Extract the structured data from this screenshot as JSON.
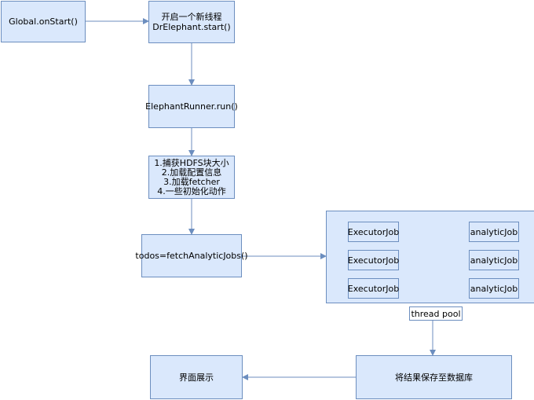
{
  "nodes": {
    "global_on_start": "Global.onStart()",
    "new_thread_line1": "开启一个新线程",
    "new_thread_line2": "DrElephant.start()",
    "elephant_runner": "ElephantRunner.run()",
    "init_step1": "1.捕获HDFS块大小",
    "init_step2": "2.加载配置信息",
    "init_step3": "3.加载fetcher",
    "init_step4": "4.一些初始化动作",
    "fetch_jobs": "todos=fetchAnalyticJobs()",
    "save_results": "将结果保存至数据库",
    "ui_display": "界面展示"
  },
  "thread_pool": {
    "label": "thread pool",
    "rows": [
      {
        "executor": "ExecutorJob",
        "analytic": "analyticJob"
      },
      {
        "executor": "ExecutorJob",
        "analytic": "analyticJob"
      },
      {
        "executor": "ExecutorJob",
        "analytic": "analyticJob"
      }
    ]
  },
  "colors": {
    "fill": "#dae8fc",
    "stroke": "#6c8ebf"
  }
}
